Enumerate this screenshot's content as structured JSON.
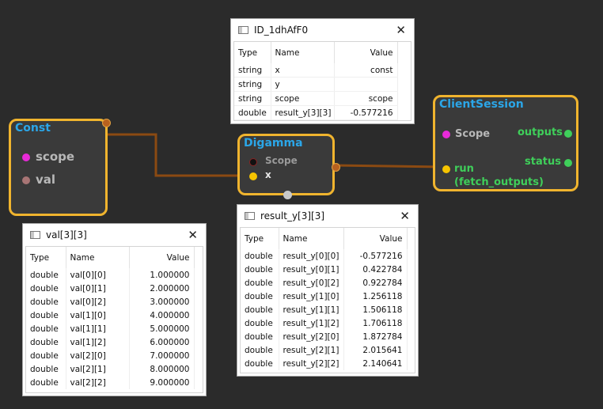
{
  "graph": {
    "const_node": {
      "title": "Const",
      "ports": [
        "scope",
        "val"
      ]
    },
    "digamma_node": {
      "title": "Digamma",
      "ports": [
        "Scope",
        "x"
      ]
    },
    "client_session_node": {
      "title": "ClientSession",
      "inputs": [
        "Scope",
        "run",
        "(fetch_outputs)"
      ],
      "outputs": [
        "outputs",
        "status"
      ]
    },
    "colors": {
      "node_border": "#f0b42e",
      "title": "#2ba6e8",
      "wire": "#8b4a12",
      "scope_port": "#e82ad8",
      "output_port": "#3fcf5a"
    }
  },
  "windows": {
    "id_window": {
      "title": "ID_1dhAfF0",
      "columns": [
        "Type",
        "Name",
        "Value"
      ],
      "rows": [
        [
          "string",
          "x",
          "const"
        ],
        [
          "string",
          "y",
          ""
        ],
        [
          "string",
          "scope",
          "scope"
        ],
        [
          "double",
          "result_y[3][3]",
          "-0.577216"
        ]
      ]
    },
    "val_window": {
      "title": "val[3][3]",
      "columns": [
        "Type",
        "Name",
        "Value"
      ],
      "rows": [
        [
          "double",
          "val[0][0]",
          "1.000000"
        ],
        [
          "double",
          "val[0][1]",
          "2.000000"
        ],
        [
          "double",
          "val[0][2]",
          "3.000000"
        ],
        [
          "double",
          "val[1][0]",
          "4.000000"
        ],
        [
          "double",
          "val[1][1]",
          "5.000000"
        ],
        [
          "double",
          "val[1][2]",
          "6.000000"
        ],
        [
          "double",
          "val[2][0]",
          "7.000000"
        ],
        [
          "double",
          "val[2][1]",
          "8.000000"
        ],
        [
          "double",
          "val[2][2]",
          "9.000000"
        ]
      ]
    },
    "result_window": {
      "title": "result_y[3][3]",
      "columns": [
        "Type",
        "Name",
        "Value"
      ],
      "rows": [
        [
          "double",
          "result_y[0][0]",
          "-0.577216"
        ],
        [
          "double",
          "result_y[0][1]",
          "0.422784"
        ],
        [
          "double",
          "result_y[0][2]",
          "0.922784"
        ],
        [
          "double",
          "result_y[1][0]",
          "1.256118"
        ],
        [
          "double",
          "result_y[1][1]",
          "1.506118"
        ],
        [
          "double",
          "result_y[1][2]",
          "1.706118"
        ],
        [
          "double",
          "result_y[2][0]",
          "1.872784"
        ],
        [
          "double",
          "result_y[2][1]",
          "2.015641"
        ],
        [
          "double",
          "result_y[2][2]",
          "2.140641"
        ]
      ]
    }
  }
}
